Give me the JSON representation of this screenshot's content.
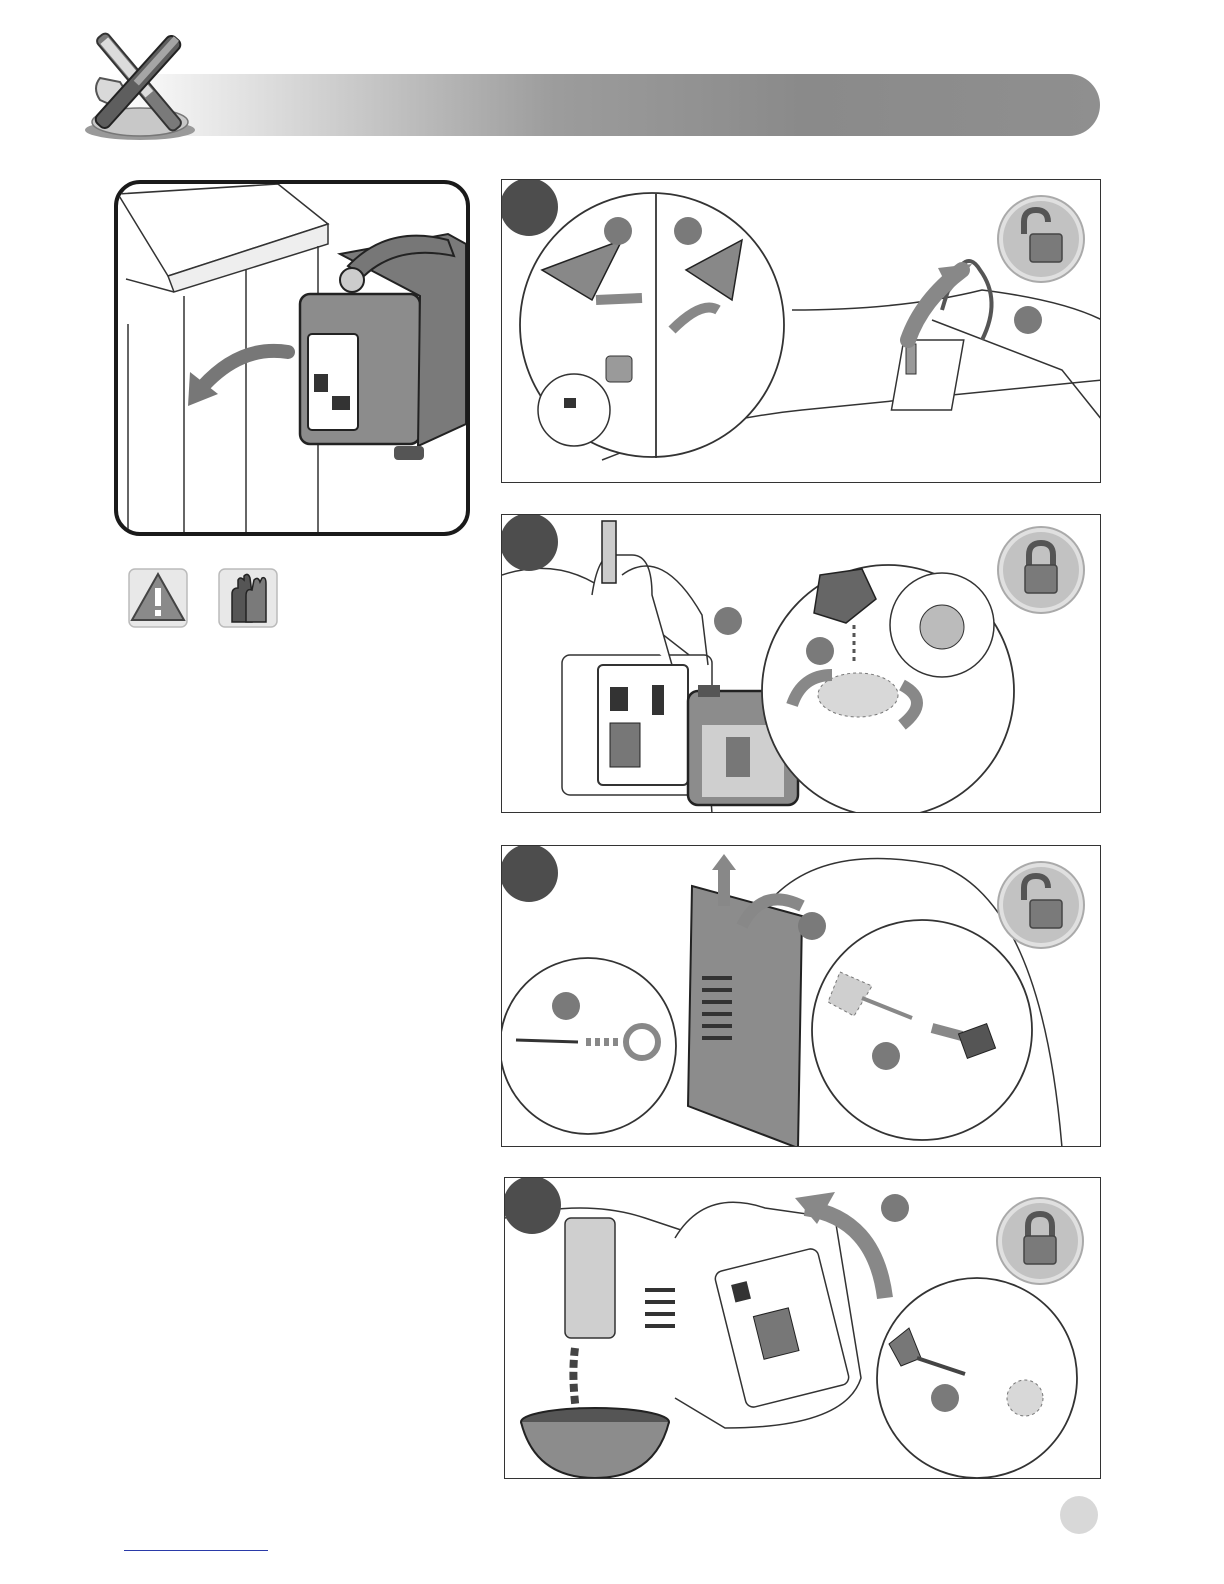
{
  "header": {
    "icon": "wrench-screwdriver-icon",
    "bar_color": "#8a8a8a"
  },
  "warnings": {
    "icons": [
      "warning-triangle-icon",
      "gloves-icon"
    ]
  },
  "panels": [
    {
      "step": "",
      "lock_state": "unlocked",
      "icon": "unlock-icon"
    },
    {
      "step": "",
      "lock_state": "locked",
      "icon": "lock-icon"
    },
    {
      "step": "",
      "lock_state": "unlocked",
      "icon": "unlock-icon"
    },
    {
      "step": "",
      "lock_state": "locked",
      "icon": "lock-icon"
    }
  ],
  "footer": {
    "page_number": "",
    "link_text": ""
  }
}
